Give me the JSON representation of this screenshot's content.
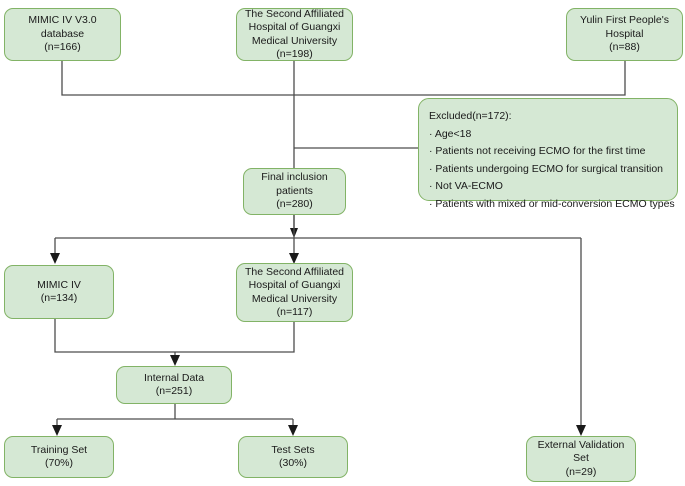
{
  "diagram": {
    "title": "Study population flow diagram",
    "colors": {
      "node_fill": "#d5e8d4",
      "node_border": "#82b366",
      "edge": "#4d4d4d",
      "background": "#ffffff",
      "text": "#1a1a1a"
    },
    "nodes": [
      {
        "id": "mimic-source",
        "lines": [
          "MIMIC IV V3.0",
          "database",
          "(n=166)"
        ]
      },
      {
        "id": "guangxi-source",
        "lines": [
          "The Second Affiliated",
          "Hospital of Guangxi",
          "Medical University",
          "(n=198)"
        ]
      },
      {
        "id": "yulin-source",
        "lines": [
          "Yulin First People's",
          "Hospital",
          "(n=88)"
        ]
      },
      {
        "id": "excluded",
        "lines": [
          "Excluded(n=172):",
          "· Age<18",
          "· Patients not receiving ECMO for the first time",
          "· Patients undergoing ECMO for surgical transition",
          "· Not VA-ECMO",
          "· Patients with mixed or mid-conversion ECMO types"
        ]
      },
      {
        "id": "final-inclusion",
        "lines": [
          "Final inclusion",
          "patients",
          "(n=280)"
        ]
      },
      {
        "id": "mimic-cohort",
        "lines": [
          "MIMIC IV",
          "(n=134)"
        ]
      },
      {
        "id": "guangxi-cohort",
        "lines": [
          "The Second Affiliated",
          "Hospital of Guangxi",
          "Medical University",
          "(n=117)"
        ]
      },
      {
        "id": "internal-data",
        "lines": [
          "Internal Data",
          "(n=251)"
        ]
      },
      {
        "id": "training-set",
        "lines": [
          "Training Set",
          "(70%)"
        ]
      },
      {
        "id": "test-sets",
        "lines": [
          "Test Sets",
          "(30%)"
        ]
      },
      {
        "id": "external-validation",
        "lines": [
          "External Validation",
          "Set",
          "(n=29)"
        ]
      }
    ]
  }
}
